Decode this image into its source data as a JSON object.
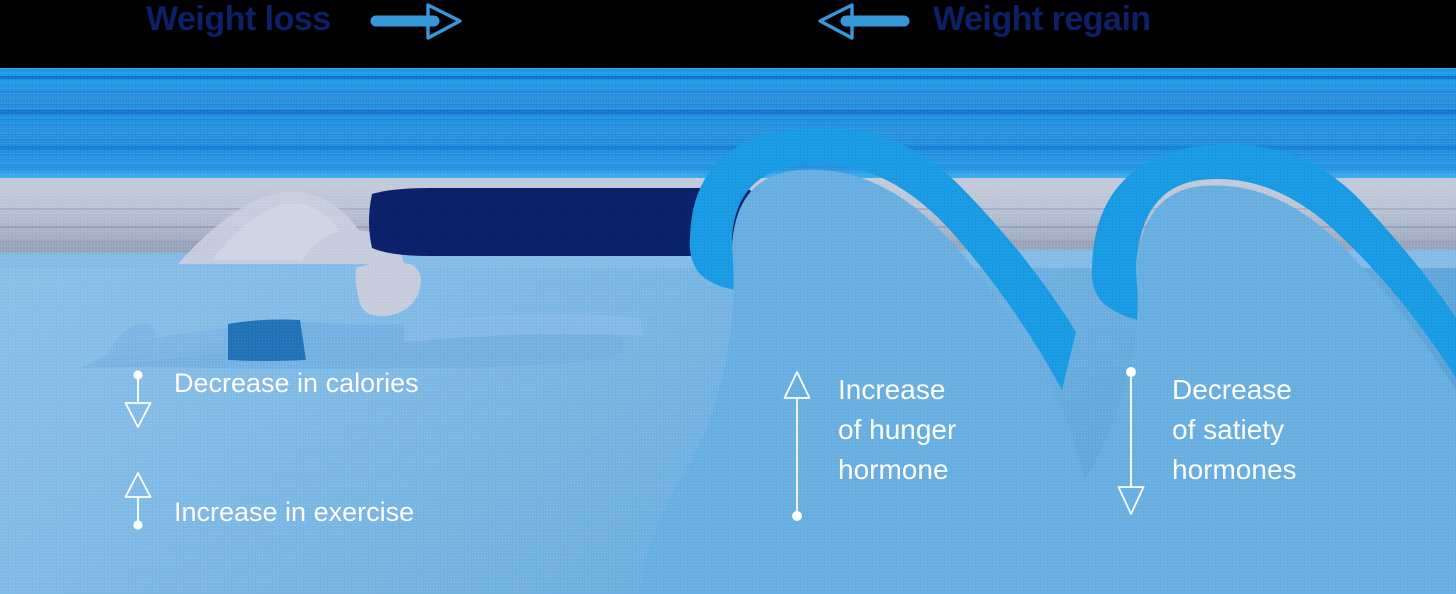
{
  "header": {
    "left_label": "Weight loss",
    "right_label": "Weight regain",
    "left_arrow_icon": "arrow-right-icon",
    "right_arrow_icon": "arrow-left-icon",
    "text_color": "#0d1f66",
    "arrow_color": "#3498db",
    "band_color": "#000000"
  },
  "scene": {
    "swimmer_icon": "swimmer-icon",
    "lane_rope_icon": "lane-rope-icon",
    "wave_icon": "wave-icon",
    "water_surface_color": "#b9c2d4",
    "water_deep_color": "#84bce7",
    "wave_crest_color": "#1b9ae4",
    "wave_body_color": "#68aee0",
    "swim_cap_color": "#0b2169",
    "trunks_color": "#2272b8",
    "skin_color": "#7fb3e0"
  },
  "callouts": [
    {
      "id": "decrease-calories",
      "text": "Decrease in calories",
      "direction": "down",
      "arrow_icon": "arrow-down-icon",
      "multiline": false
    },
    {
      "id": "increase-exercise",
      "text": "Increase in exercise",
      "direction": "up",
      "arrow_icon": "arrow-up-icon",
      "multiline": false
    },
    {
      "id": "increase-hunger-hormone",
      "text": "Increase\nof hunger\nhormone",
      "direction": "up",
      "arrow_icon": "arrow-up-icon",
      "multiline": true
    },
    {
      "id": "decrease-satiety-hormones",
      "text": "Decrease\nof satiety\nhormones",
      "direction": "down",
      "arrow_icon": "arrow-down-icon",
      "multiline": true
    }
  ],
  "callout_style": {
    "color": "#ffffff",
    "line_color": "#ffffff"
  }
}
